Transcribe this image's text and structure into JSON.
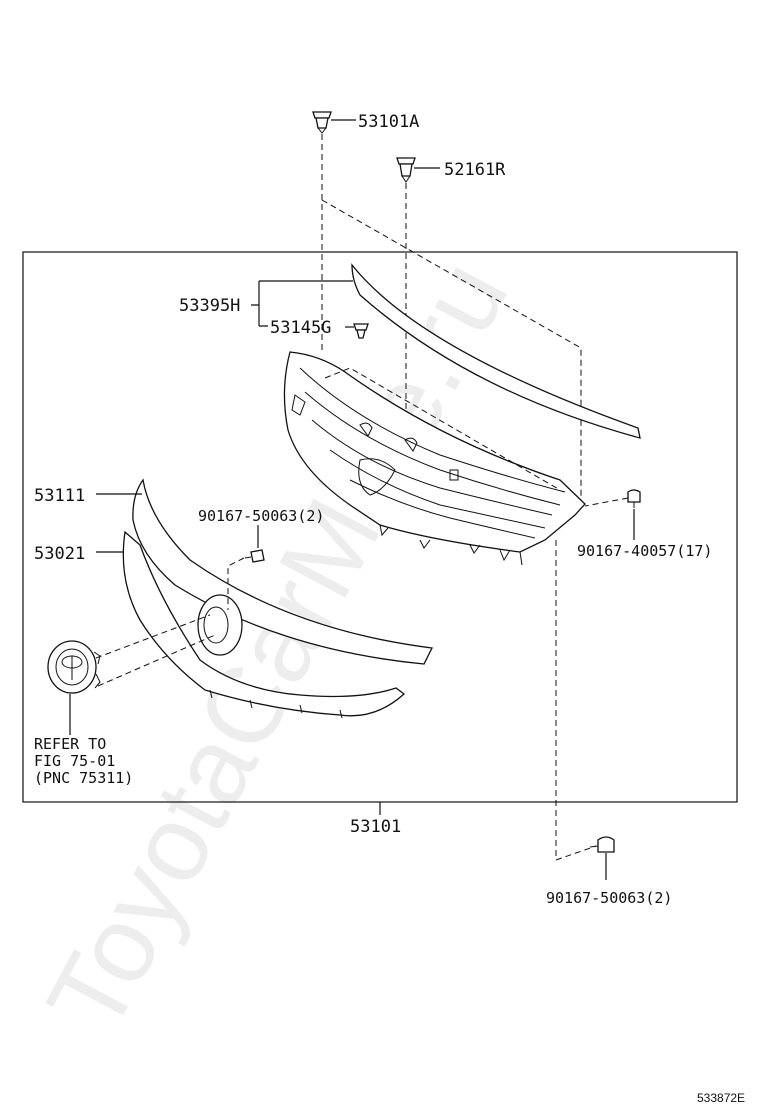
{
  "diagram": {
    "watermark": "ToyotaCarMine.ru",
    "labels": {
      "p53101A": "53101A",
      "p52161R": "52161R",
      "p53395H": "53395H",
      "p53145G": "53145G",
      "p53111": "53111",
      "p53021": "53021",
      "p90167_50063_top": "90167-50063(2)",
      "p90167_40057": "90167-40057(17)",
      "p90167_50063_bottom": "90167-50063(2)",
      "p53101": "53101"
    },
    "note": {
      "line1": "REFER TO",
      "line2": "FIG 75-01",
      "line3": "(PNC 75311)"
    },
    "figure_code": "533872E"
  }
}
